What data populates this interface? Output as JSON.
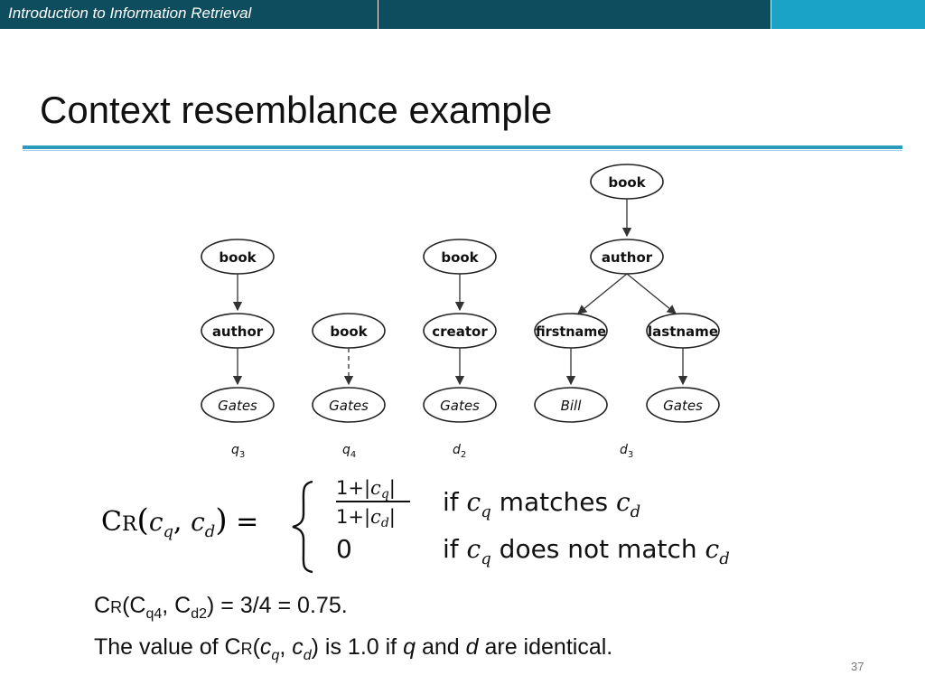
{
  "header": {
    "course_title": "Introduction to Information Retrieval"
  },
  "slide": {
    "title": "Context resemblance example",
    "page_number": "37"
  },
  "trees": [
    {
      "label": "q3",
      "nodes": [
        "book",
        "author",
        "Gates"
      ],
      "edge": "solid"
    },
    {
      "label": "q4",
      "nodes": [
        "book",
        "Gates"
      ],
      "edge": "dashed"
    },
    {
      "label": "d2",
      "nodes": [
        "book",
        "creator",
        "Gates"
      ],
      "edge": "solid"
    },
    {
      "label": "d3",
      "nodes": [
        "book",
        "author",
        "firstname",
        "lastname",
        "Bill",
        "Gates"
      ],
      "edge": "solid"
    }
  ],
  "formula": {
    "lhs": "CR(cq, cd) =",
    "case1_value": "(1+|cq|)/(1+|cd|)",
    "case1_condition": "if cq matches cd",
    "case2_value": "0",
    "case2_condition": "if cq does not match cd"
  },
  "body": {
    "line1_value": ") = 3/4 = 0.75.",
    "line2_prefix": "The value of C",
    "line2_middle": ") is 1.0 if",
    "line2_and": "and",
    "line2_suffix": "are identical."
  }
}
